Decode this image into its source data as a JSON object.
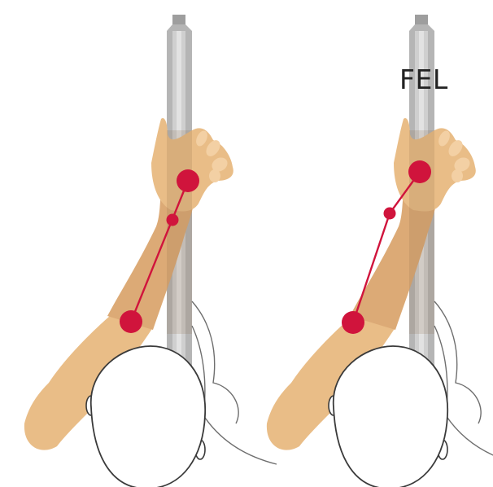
{
  "panels": [
    {
      "id": "left",
      "label": ""
    },
    {
      "id": "right",
      "label": "FEL"
    }
  ],
  "colors": {
    "background": "#ffffff",
    "pole_dark": "#a9a9a9",
    "pole_light": "#c8c8c8",
    "skin": "#e9bd87",
    "skin_shade": "#cfa171",
    "marker": "#d0143c",
    "outline": "#3a3a3a"
  }
}
